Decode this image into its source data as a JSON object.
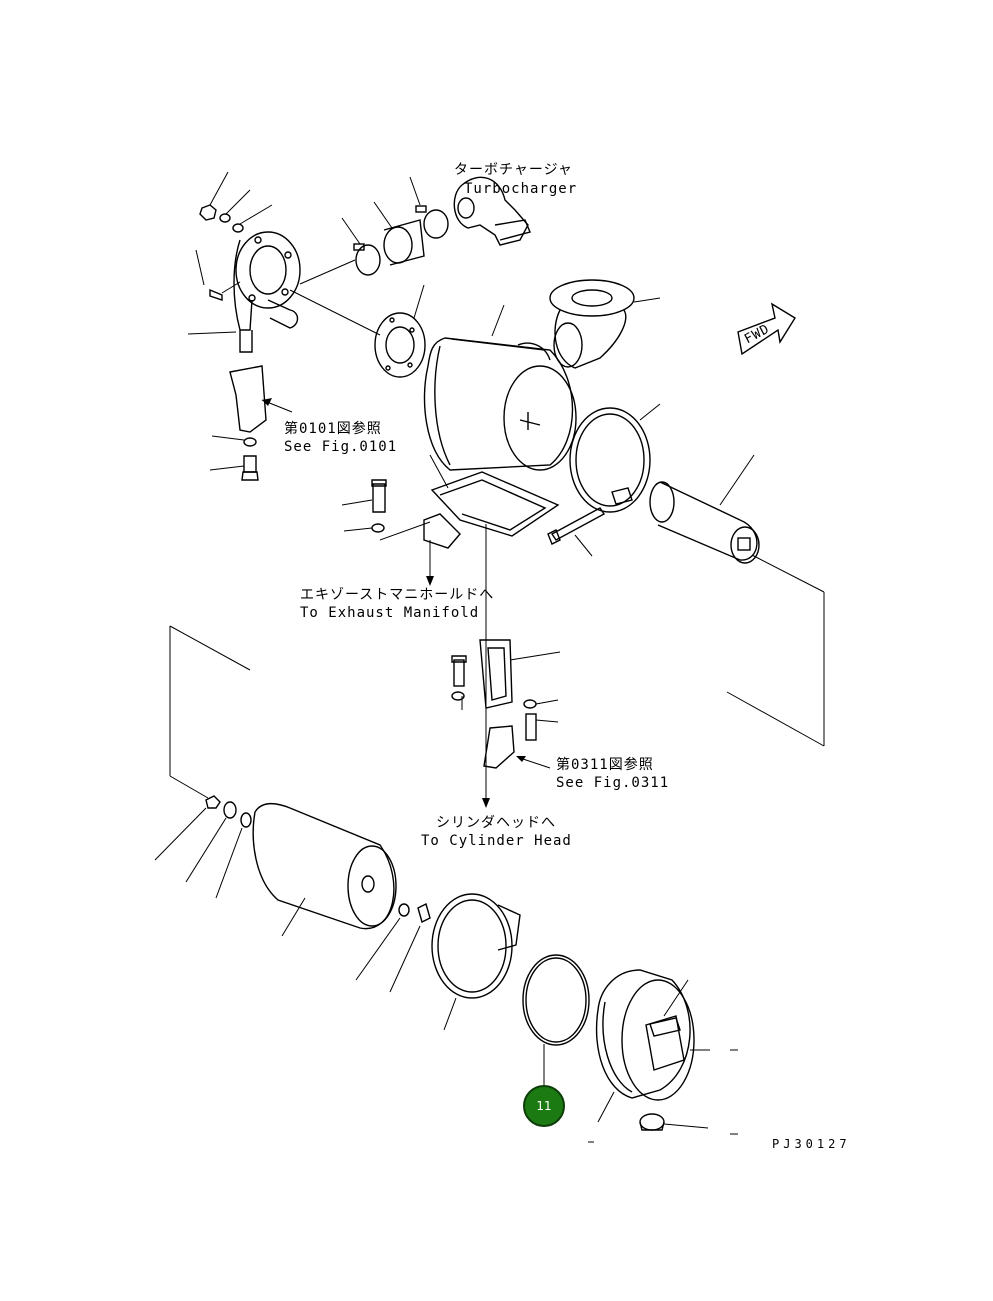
{
  "diagram": {
    "labels": {
      "turbocharger_jp": "ターボチャージャ",
      "turbocharger_en": "Turbocharger",
      "fig0101_jp": "第0101図参照",
      "fig0101_en": "See Fig.0101",
      "exhaust_jp": "エキゾーストマニホールドへ",
      "exhaust_en": "To Exhaust Manifold",
      "fig0311_jp": "第0311図参照",
      "fig0311_en": "See Fig.0311",
      "cylinder_jp": "シリンダヘッドへ",
      "cylinder_en": "To Cylinder Head",
      "fwd": "FWD",
      "drawing_no": "PJ30127"
    },
    "callouts": [
      {
        "number": "11",
        "color": "#1b7a12"
      }
    ]
  }
}
